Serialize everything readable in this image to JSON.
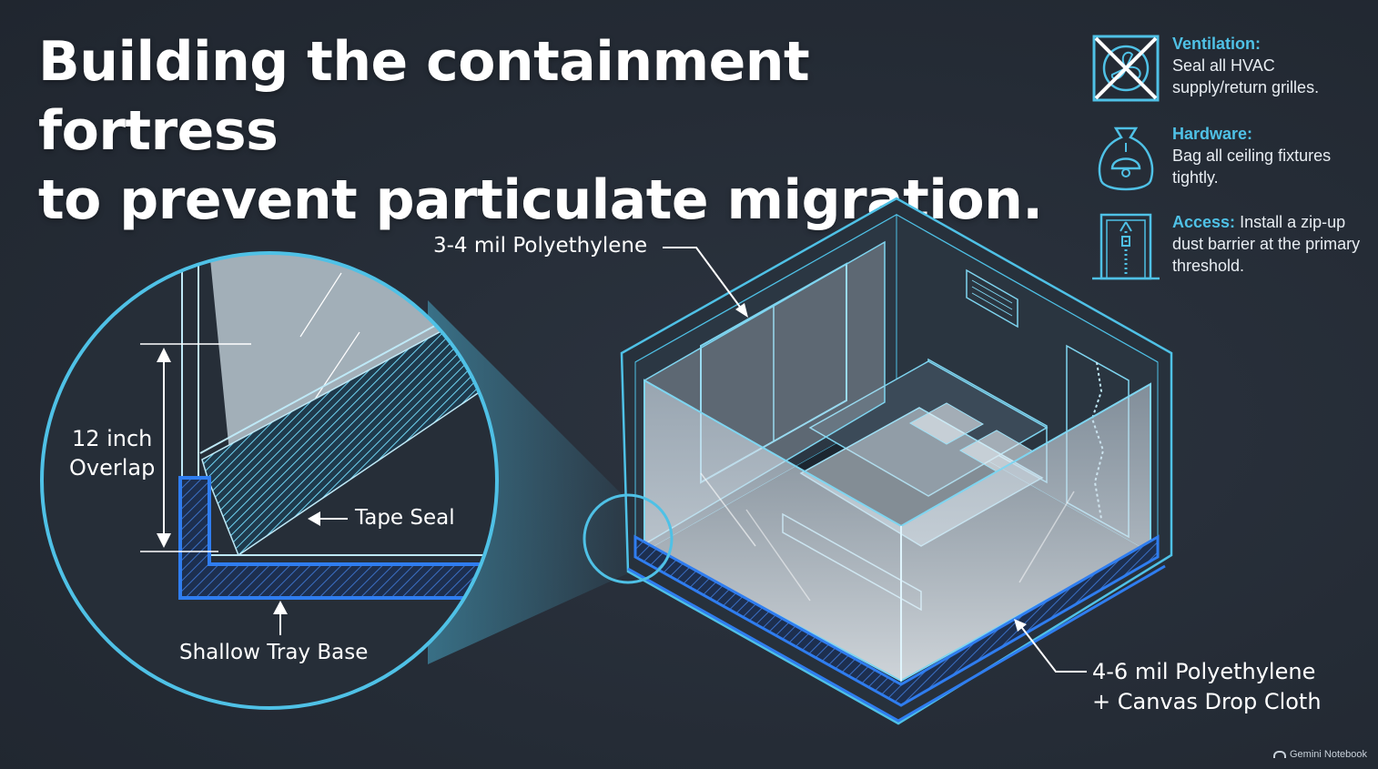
{
  "title": {
    "line1": "Building the containment fortress",
    "line2": "to prevent particulate migration."
  },
  "detail": {
    "overlap_line1": "12 inch",
    "overlap_line2": "Overlap",
    "tape_seal": "Tape Seal",
    "tray_base": "Shallow Tray Base"
  },
  "room": {
    "wall_label": "3-4 mil Polyethylene",
    "floor_label_line1": "4-6 mil Polyethylene",
    "floor_label_line2": "+ Canvas Drop Cloth"
  },
  "legend": [
    {
      "icon": "crossed-fan-icon",
      "heading": "Ventilation:",
      "body": "Seal all HVAC supply/return grilles."
    },
    {
      "icon": "bagged-light-icon",
      "heading": "Hardware:",
      "body": "Bag all ceiling fixtures tightly."
    },
    {
      "icon": "zipper-door-icon",
      "heading": "Access:",
      "body": "Install a zip-up dust barrier at the primary threshold."
    }
  ],
  "watermark": "Gemini Notebook",
  "colors": {
    "background": "#262e38",
    "cyan": "#4fc1e6",
    "blue": "#2f7df0",
    "white": "#ffffff"
  }
}
